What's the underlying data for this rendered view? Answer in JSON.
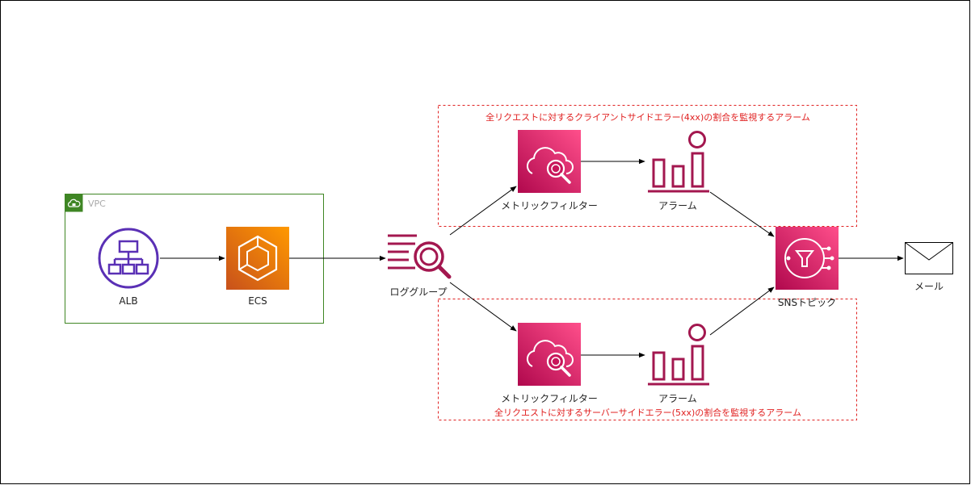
{
  "vpc": {
    "label": "VPC"
  },
  "nodes": {
    "alb": {
      "label": "ALB",
      "icon": "load-balancer-icon"
    },
    "ecs": {
      "label": "ECS",
      "icon": "ecs-container-icon"
    },
    "log_group": {
      "label": "ロググループ",
      "icon": "log-group-icon"
    },
    "metric_filter_top": {
      "label": "メトリックフィルター",
      "icon": "cloud-search-icon"
    },
    "alarm_top": {
      "label": "アラーム",
      "icon": "alarm-chart-icon"
    },
    "metric_filter_bottom": {
      "label": "メトリックフィルター",
      "icon": "cloud-search-icon"
    },
    "alarm_bottom": {
      "label": "アラーム",
      "icon": "alarm-chart-icon"
    },
    "sns": {
      "label": "SNSトピック",
      "icon": "sns-topic-icon"
    },
    "mail": {
      "label": "メール",
      "icon": "envelope-icon"
    }
  },
  "groups": {
    "client_errors": {
      "label": "全リクエストに対するクライアントサイドエラー(4xx)の割合を監視するアラーム"
    },
    "server_errors": {
      "label": "全リクエストに対するサーバーサイドエラー(5xx)の割合を監視するアラーム"
    }
  },
  "colors": {
    "vpc_border": "#3f8624",
    "alb_purple": "#5a30b5",
    "ecs_orange": "#e8740d",
    "cloudwatch_pink": "#c8155a",
    "alarm_maroon": "#a3174f",
    "group_border": "#e02020"
  }
}
